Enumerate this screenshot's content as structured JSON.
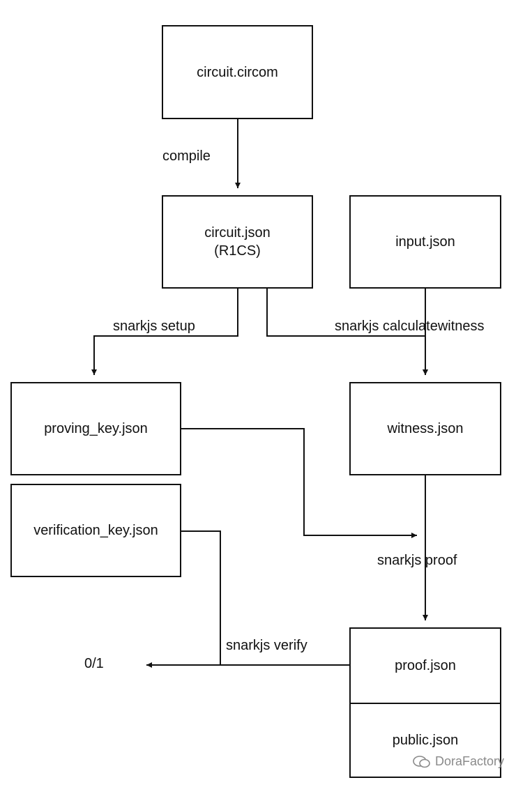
{
  "nodes": {
    "circuit_circom": "circuit.circom",
    "circuit_json": "circuit.json\n(R1CS)",
    "input_json": "input.json",
    "proving_key": "proving_key.json",
    "witness_json": "witness.json",
    "verification_key": "verification_key.json",
    "proof_json": "proof.json",
    "public_json": "public.json"
  },
  "edges": {
    "compile": "compile",
    "setup": "snarkjs setup",
    "calculatewitness": "snarkjs calculatewitness",
    "proof": "snarkjs proof",
    "verify": "snarkjs verify"
  },
  "result": "0/1",
  "watermark": "DoraFactory",
  "colors": {
    "line": "#111111",
    "watermark": "#8a8a8a"
  }
}
